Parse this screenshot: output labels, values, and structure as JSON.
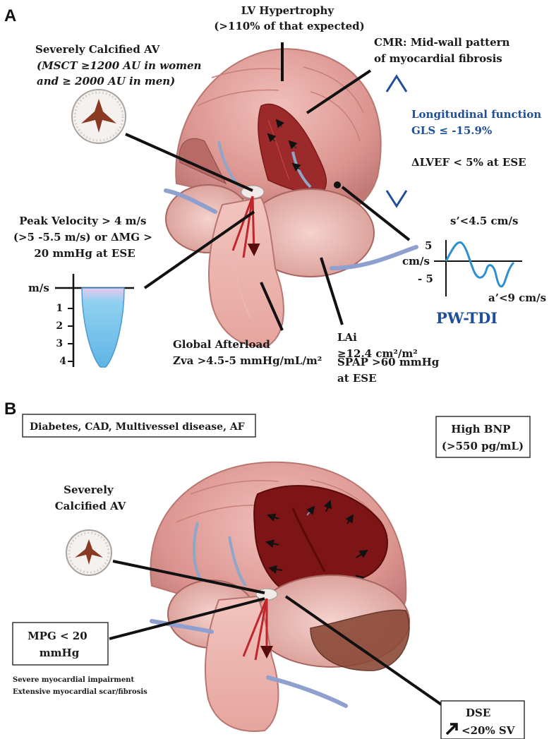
{
  "panel_a": {
    "letter": "A",
    "lv_hypertrophy": [
      "LV Hypertrophy",
      "(>110% of that expected)"
    ],
    "calcified_av": [
      "Severely Calcified AV"
    ],
    "calcified_av_detail": [
      "(MSCT ≥1200 AU in women",
      "and ≥ 2000 AU in men)"
    ],
    "cmr": [
      "CMR: Mid-wall pattern",
      "of myocardial fibrosis"
    ],
    "longitudinal": [
      "Longitudinal function",
      "GLS ≤ -15.9%"
    ],
    "delta_lvef": "ΔLVEF < 5% at ESE",
    "peak_velocity": [
      "Peak Velocity > 4 m/s",
      "(>5 -5.5 m/s) or ΔMG >",
      "20 mmHg at ESE"
    ],
    "doppler_axis_label": "m/s",
    "doppler_ticks": [
      "1",
      "2",
      "3",
      "4"
    ],
    "tdi_s_label": "s’<4.5 cm/s",
    "tdi_axis_label": "cm/s",
    "tdi_ticks": [
      "5",
      "- 5"
    ],
    "tdi_a_label": "a’<9 cm/s",
    "tdi_title": "PW-TDI",
    "global_afterload": [
      "Global Afterload",
      "Zva >4.5-5 mmHg/mL/m²"
    ],
    "lai": [
      "LAi",
      "≥12.4 cm²/m²"
    ],
    "spap": [
      "SPAP >60 mmHg",
      "at ESE"
    ]
  },
  "panel_b": {
    "letter": "B",
    "comorbidities": "Diabetes, CAD, Multivessel disease, AF",
    "bnp": [
      "High BNP",
      "(>550 pg/mL)"
    ],
    "calcified_av": [
      "Severely",
      "Calcified AV"
    ],
    "mpg": [
      "MPG < 20",
      "mmHg"
    ],
    "impairment": [
      "Severe myocardial impairment",
      "Extensive myocardial scar/fibrosis"
    ],
    "dse": [
      "DSE",
      "<20% SV"
    ]
  },
  "colors": {
    "myocardium": "#dc9590",
    "myocardium_dark": "#b86a66",
    "scar": "#7d1416",
    "blood": "#c0262c",
    "doppler_fill": "#8fd0f0",
    "tdi_curve": "#2e8fd0",
    "blue_text": "#1f4e9a"
  }
}
